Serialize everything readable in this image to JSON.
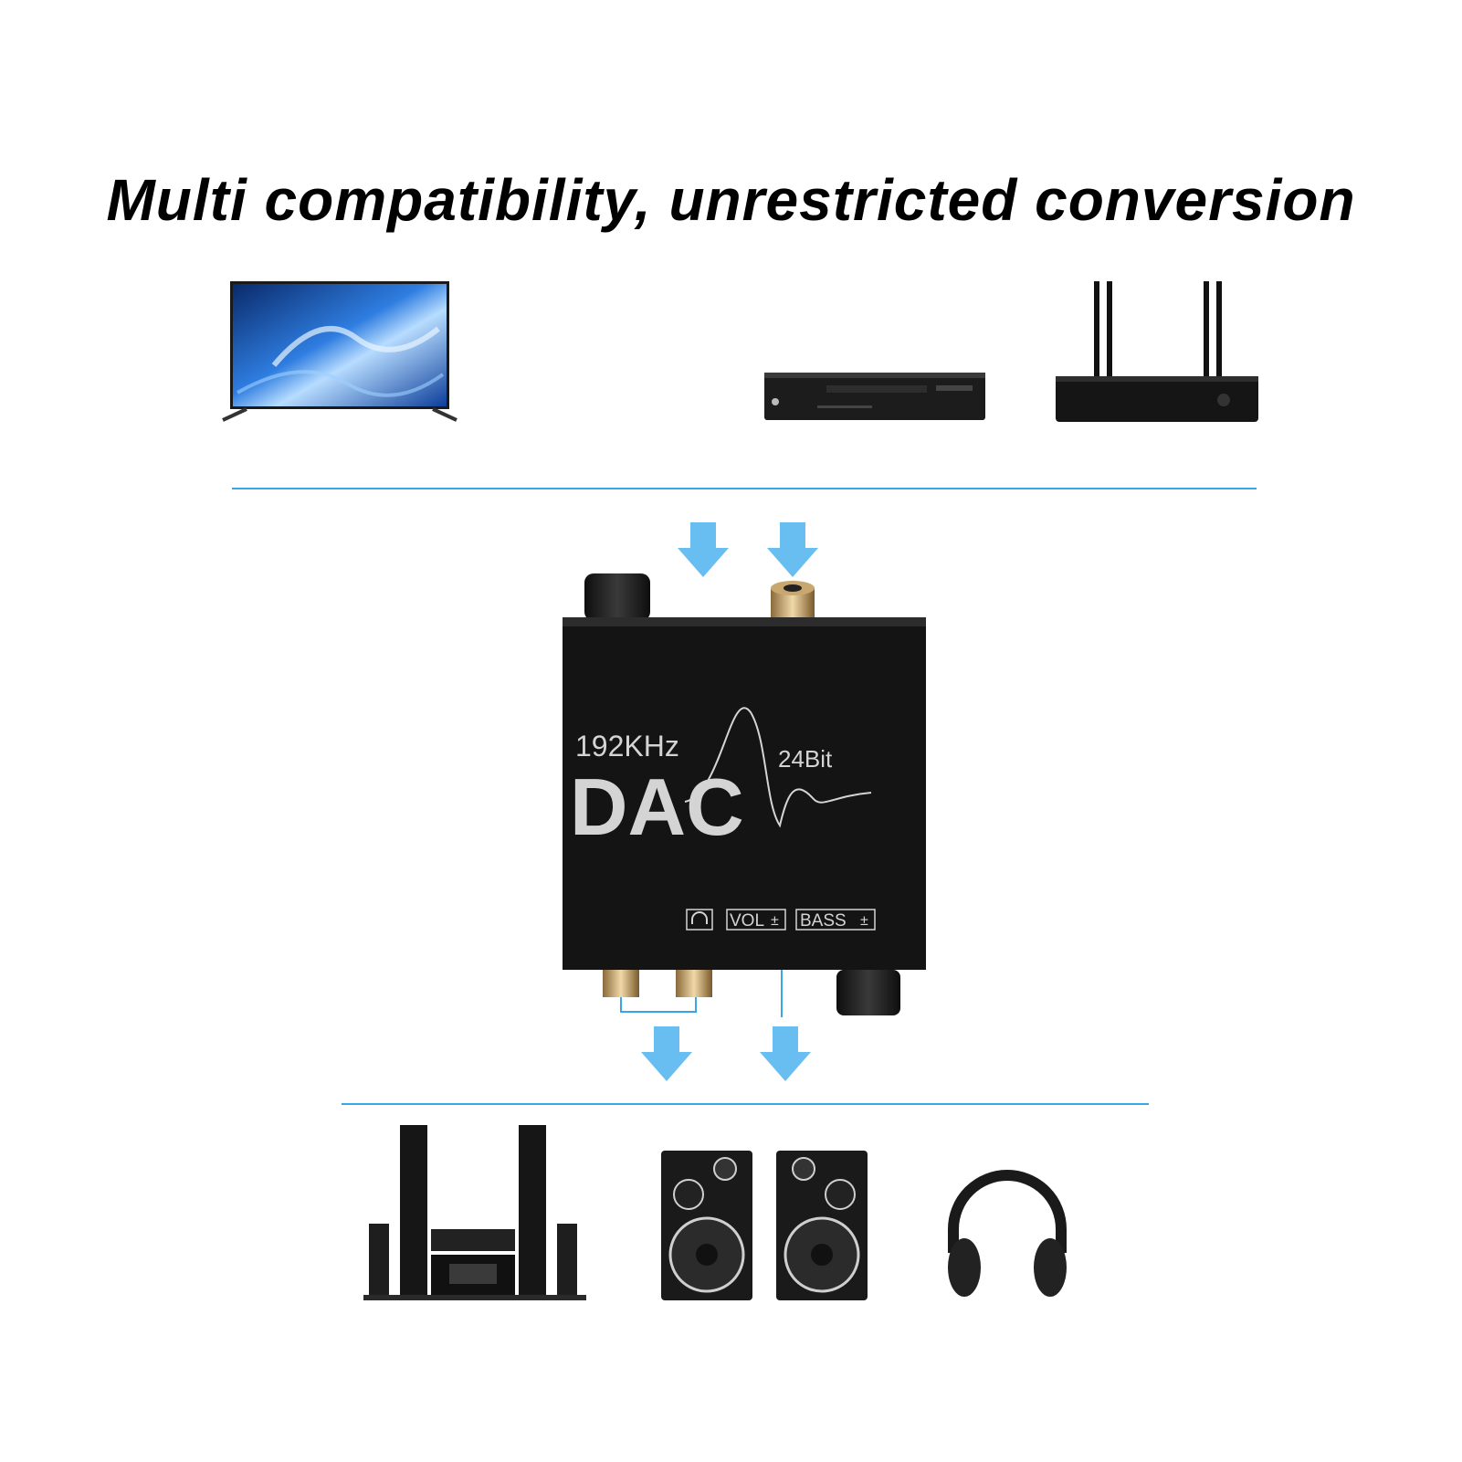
{
  "headline": "Multi compatibility, unrestricted conversion",
  "dac": {
    "sample_rate": "192KHz",
    "bit_depth": "24Bit",
    "name": "DAC",
    "label_vol": "VOL",
    "label_bass": "BASS"
  },
  "colors": {
    "divider": "#3aa7e4",
    "arrow": "#4fb3ee",
    "device_body": "#151515",
    "label_text": "#d4d4d4"
  },
  "input_sources": [
    "tv-icon",
    "dvd-player-icon",
    "wifi-router-icon"
  ],
  "output_devices": [
    "home-theater-system-icon",
    "bookshelf-speakers-icon",
    "headphones-icon"
  ]
}
